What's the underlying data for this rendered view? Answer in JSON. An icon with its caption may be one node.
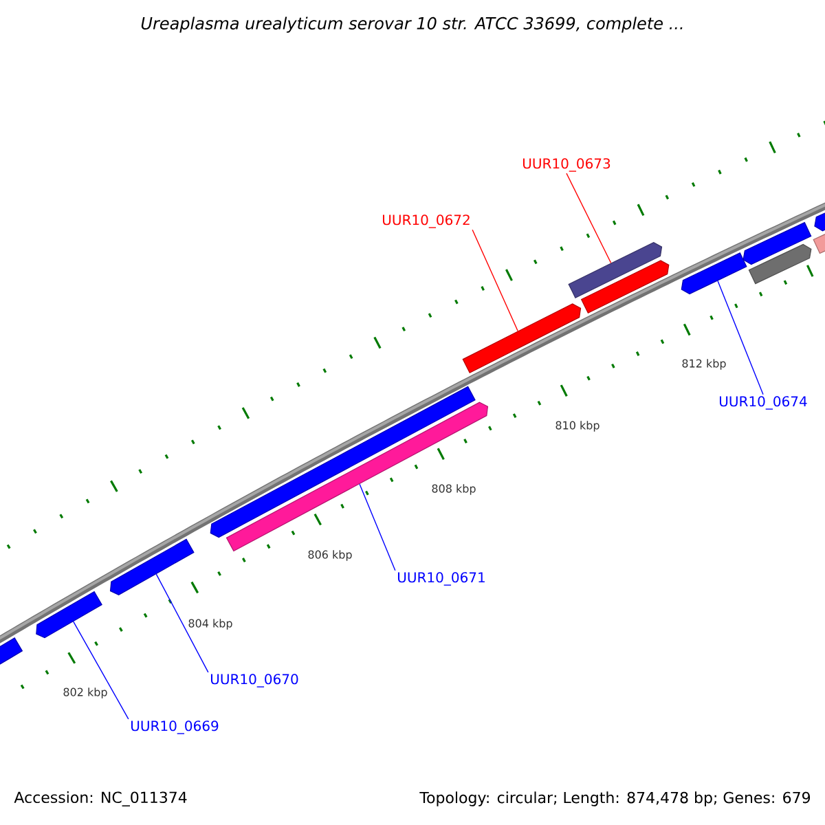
{
  "diagram": {
    "title": "Ureaplasma urealyticum serovar 10 str. ATCC 33699, complete ...",
    "nodes": [
      {
        "text": [
          "UUR10_0673"
        ]
      },
      {
        "text": [
          "UUR10_0672"
        ]
      },
      {
        "text": [
          "UUR10_0674"
        ]
      },
      {
        "text": [
          "UUR10_0671"
        ]
      },
      {
        "text": [
          "UUR10_0670"
        ]
      },
      {
        "text": [
          "UUR10_0669"
        ]
      },
      {
        "text": [],
        "shape": "bar"
      },
      {
        "text": [],
        "shape": "bar"
      },
      {
        "text": [],
        "shape": "bar"
      },
      {
        "text": [],
        "shape": "bar"
      },
      {
        "text": [],
        "shape": "bar"
      },
      {
        "text": [],
        "shape": "bar"
      },
      {
        "text": [],
        "shape": "bar"
      },
      {
        "text": [],
        "shape": "bar"
      },
      {
        "text": [],
        "shape": "bar"
      },
      {
        "text": [],
        "shape": "bar"
      },
      {
        "text": [],
        "shape": "bar"
      },
      {
        "text": [],
        "shape": "bar"
      },
      {
        "text": [],
        "shape": "bar"
      }
    ],
    "edges": [
      {
        "from": 0,
        "to": 12,
        "arrow": "none",
        "color": "#ff0000"
      },
      {
        "from": 1,
        "to": 11,
        "arrow": "none",
        "color": "#ff0000"
      },
      {
        "from": 2,
        "to": 14,
        "arrow": "none"
      },
      {
        "from": 3,
        "to": 10,
        "arrow": "none"
      },
      {
        "from": 4,
        "to": 8,
        "arrow": "none"
      },
      {
        "from": 5,
        "to": 7,
        "arrow": "none"
      }
    ],
    "labels": [
      "812 kbp",
      "810 kbp",
      "808 kbp",
      "806 kbp",
      "804 kbp",
      "802 kbp",
      "Accession: NC_011374",
      "Topology: circular; Length: 874,478 bp; Genes: 679"
    ]
  }
}
